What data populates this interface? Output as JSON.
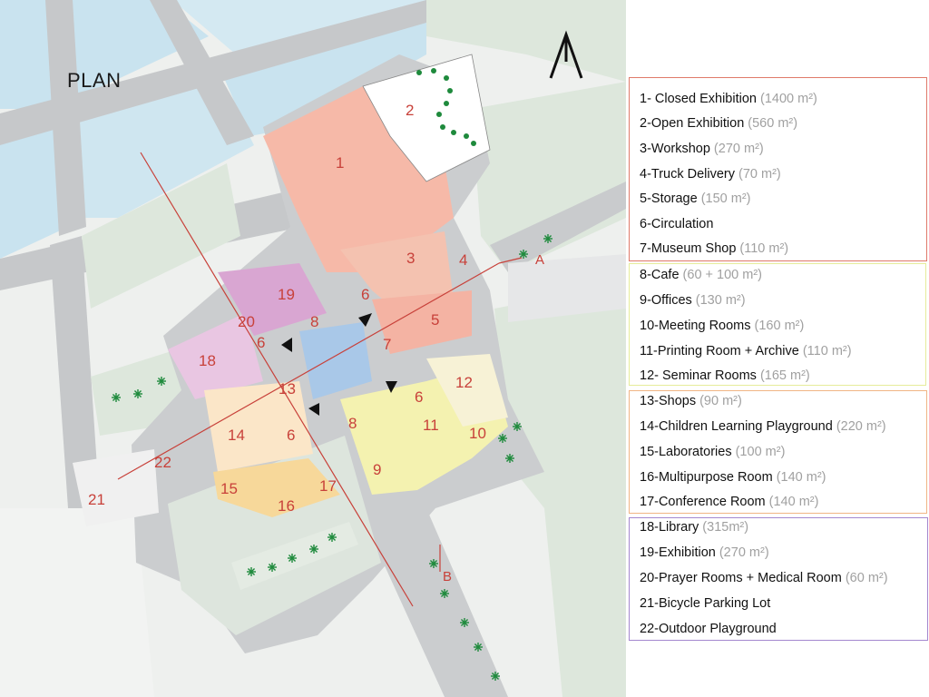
{
  "plan_title": "PLAN",
  "section_markers": {
    "a": "A",
    "b": "B"
  },
  "room_numbers": [
    "1",
    "2",
    "3",
    "4",
    "5",
    "6",
    "6",
    "6",
    "6",
    "7",
    "8",
    "8",
    "9",
    "10",
    "11",
    "12",
    "13",
    "14",
    "15",
    "16",
    "17",
    "18",
    "19",
    "20",
    "21",
    "22"
  ],
  "legend_groups": [
    {
      "color": "#e07a6a",
      "items": [
        {
          "name": "1- Closed Exhibition",
          "area": "(1400 m²)"
        },
        {
          "name": "2-Open Exhibition",
          "area": "(560 m²)"
        },
        {
          "name": "3-Workshop",
          "area": "(270 m²)"
        },
        {
          "name": "4-Truck Delivery",
          "area": "(70 m²)"
        },
        {
          "name": "5-Storage",
          "area": "(150 m²)"
        },
        {
          "name": "6-Circulation",
          "area": ""
        },
        {
          "name": "7-Museum Shop",
          "area": "(110 m²)"
        }
      ]
    },
    {
      "color": "#e6ec9a",
      "items": [
        {
          "name": "8-Cafe",
          "area": "(60 + 100 m²)"
        },
        {
          "name": "9-Offices",
          "area": "(130 m²)"
        },
        {
          "name": "10-Meeting Rooms",
          "area": "(160 m²)"
        },
        {
          "name": "11-Printing Room + Archive",
          "area": "(110 m²)"
        },
        {
          "name": "12- Seminar Rooms",
          "area": "(165 m²)"
        }
      ]
    },
    {
      "color": "#f0b585",
      "items": [
        {
          "name": "13-Shops",
          "area": "(90 m²)"
        },
        {
          "name": "14-Children Learning Playground",
          "area": "(220 m²)"
        },
        {
          "name": "15-Laboratories",
          "area": "(100 m²)"
        },
        {
          "name": "16-Multipurpose Room",
          "area": "(140 m²)"
        },
        {
          "name": "17-Conference Room",
          "area": "(140 m²)"
        }
      ]
    },
    {
      "color": "#a487cf",
      "items": [
        {
          "name": "18-Library",
          "area": "(315m²)"
        },
        {
          "name": "19-Exhibition",
          "area": "(270 m²)"
        },
        {
          "name": "20-Prayer Rooms + Medical Room",
          "area": "(60 m²)"
        },
        {
          "name": "21-Bicycle Parking Lot",
          "area": ""
        },
        {
          "name": "22-Outdoor Playground",
          "area": ""
        }
      ]
    }
  ],
  "colors": {
    "water": "#c9e3ef",
    "road": "#c4c6c8",
    "green": "#dfe8df",
    "exhibition": "#f6b9a8",
    "office": "#f3f0a8",
    "education": "#f7d89a",
    "library": "#e4b8da",
    "plaza": "#a9c8e8",
    "label": "#c8413a",
    "tree": "#1e8a3c"
  }
}
